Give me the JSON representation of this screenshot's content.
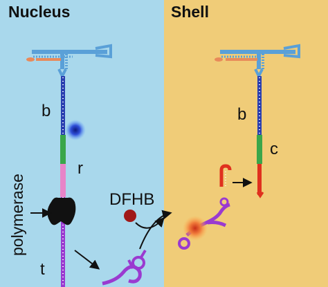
{
  "panels": {
    "left": {
      "title": "Nucleus",
      "color": "#a9d8ec"
    },
    "right": {
      "title": "Shell",
      "color": "#f0cc78"
    }
  },
  "labels": {
    "b_left": "b",
    "r": "r",
    "t": "t",
    "polymerase": "polymerase",
    "b_right": "b",
    "c": "c",
    "dfhb": "DFHB"
  },
  "colors": {
    "trna_blue": "#5aa0d8",
    "trna_orange": "#e88a5a",
    "segment_b": "#2a3fb0",
    "segment_green": "#3aa64a",
    "segment_pink": "#e884c8",
    "segment_purple": "#9a3ad0",
    "segment_red": "#e0301e",
    "polymerase": "#111111",
    "dfhb_dot": "#a01818"
  },
  "icons": [
    "trna-icon",
    "glow-icon",
    "polymerase-icon",
    "aptamer-icon",
    "arrow-icon"
  ]
}
